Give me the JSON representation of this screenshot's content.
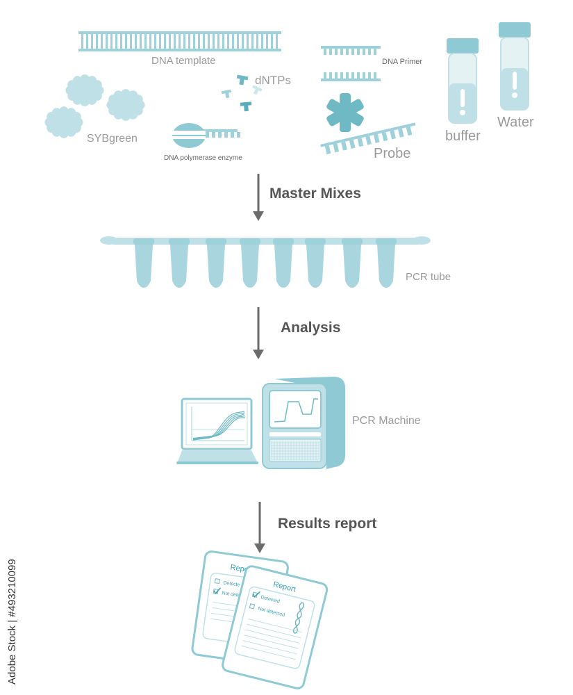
{
  "colors": {
    "teal_light": "#bfe0e6",
    "teal_mid": "#9fd1da",
    "teal_dark": "#6fb9c5",
    "teal_stroke": "#3a9fb0",
    "arrow": "#6b6b6b",
    "label": "#9a9a9a",
    "step_text": "#555555"
  },
  "reagents": {
    "dna_template": "DNA template",
    "dntps": "dNTPs",
    "dna_primer": "DNA  Primer",
    "sybgreen": "SYBgreen",
    "polymerase": "DNA polymerase enzyme",
    "probe": "Probe",
    "buffer": "buffer",
    "water": "Water"
  },
  "steps": {
    "master_mixes": "Master Mixes",
    "analysis": "Analysis",
    "results_report": "Results report"
  },
  "equipment": {
    "pcr_tube": "PCR tube",
    "pcr_machine": "PCR  Machine"
  },
  "report": {
    "title": "Report",
    "title_back": "Repo",
    "detected": "Detected",
    "not_detected": "Not detected",
    "not_detected_back": "Not detec",
    "detected_back": "Detecte"
  },
  "credit": "Adobe Stock | #493210099"
}
